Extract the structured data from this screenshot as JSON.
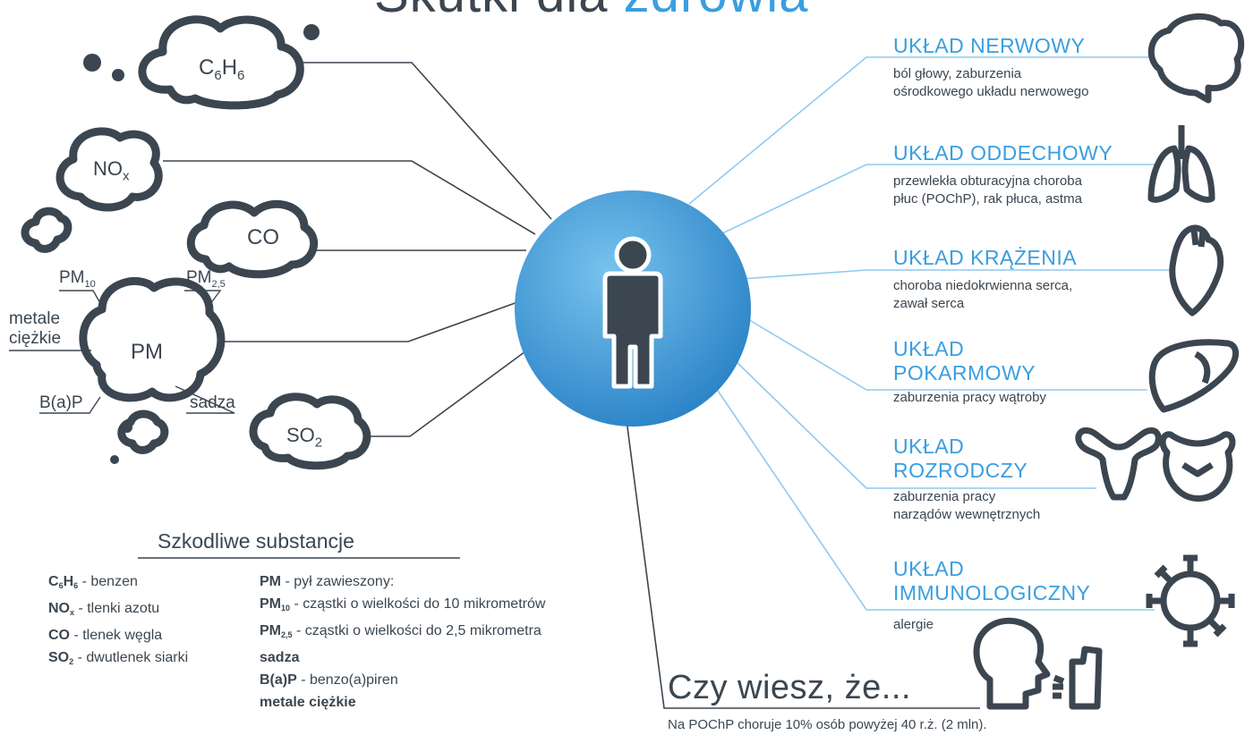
{
  "header": {
    "title_gray": "Skutki dla",
    "title_blue": "zdrowia"
  },
  "pollutants": {
    "c6h6": {
      "main": "C",
      "sub1": "6",
      "main2": "H",
      "sub2": "6"
    },
    "nox": {
      "main": "NO",
      "sub": "x"
    },
    "co": {
      "main": "CO"
    },
    "pm": {
      "main": "PM"
    },
    "so2": {
      "main": "SO",
      "sub": "2"
    },
    "pm_tags": {
      "pm10_main": "PM",
      "pm10_sub": "10",
      "pm25_main": "PM",
      "pm25_sub": "2,5",
      "metale_line1": "metale",
      "metale_line2": "ciężkie",
      "bap": "B(a)P",
      "sadza": "sadza"
    }
  },
  "legend": {
    "title": "Szkodliwe substancje",
    "left": [
      {
        "abbr": "C",
        "sub1": "6",
        "abbr2": "H",
        "sub2": "6",
        "desc": " - benzen"
      },
      {
        "abbr": "NO",
        "sub1": "x",
        "desc": " - tlenki azotu"
      },
      {
        "abbr": "CO",
        "desc": " - tlenek węgla"
      },
      {
        "abbr": "SO",
        "sub1": "2",
        "desc": " - dwutlenek siarki"
      }
    ],
    "right": [
      {
        "abbr": "PM",
        "desc": " - pył zawieszony:"
      },
      {
        "abbr": "PM",
        "sub1": "10",
        "desc": " - cząstki o wielkości do 10 mikrometrów"
      },
      {
        "abbr": "PM",
        "sub1": "2,5",
        "desc": " - cząstki o wielkości do 2,5 mikrometra"
      },
      {
        "abbr": "sadza",
        "desc": ""
      },
      {
        "abbr": "B(a)P",
        "desc": " - benzo(a)piren"
      },
      {
        "abbr": "metale ciężkie",
        "desc": ""
      }
    ]
  },
  "systems": [
    {
      "title": "UKŁAD NERWOWY",
      "desc": "ból głowy, zaburzenia\nośrodkowego układu nerwowego",
      "icon": "brain-icon"
    },
    {
      "title": "UKŁAD ODDECHOWY",
      "desc": "przewlekła obturacyjna choroba\npłuc (POChP), rak płuca, astma",
      "icon": "lungs-icon"
    },
    {
      "title": "UKŁAD KRĄŻENIA",
      "desc": "choroba niedokrwienna serca,\nzawał serca",
      "icon": "heart-icon"
    },
    {
      "title": "UKŁAD\nPOKARMOWY",
      "desc": "zaburzenia pracy wątroby",
      "icon": "liver-icon"
    },
    {
      "title": "UKŁAD\nROZRODCZY",
      "desc": "zaburzenia pracy\nnarządów wewnętrznych",
      "icon": "reproductive-organs-icon"
    },
    {
      "title": "UKŁAD\nIMMUNOLOGICZNY",
      "desc": "alergie",
      "icon": "virus-icon"
    }
  ],
  "did_you_know": {
    "title": "Czy wiesz, że...",
    "text": "Na POChP choruje 10% osób powyżej 40 r.ż. (2 mln)."
  },
  "colors": {
    "accent_blue": "#3a9ee0",
    "circle_light": "#6cbbea",
    "circle_dark": "#2c86c9",
    "outline": "#3b4650",
    "connector_left": "#3b4650",
    "connector_right": "#8fcaf0"
  }
}
